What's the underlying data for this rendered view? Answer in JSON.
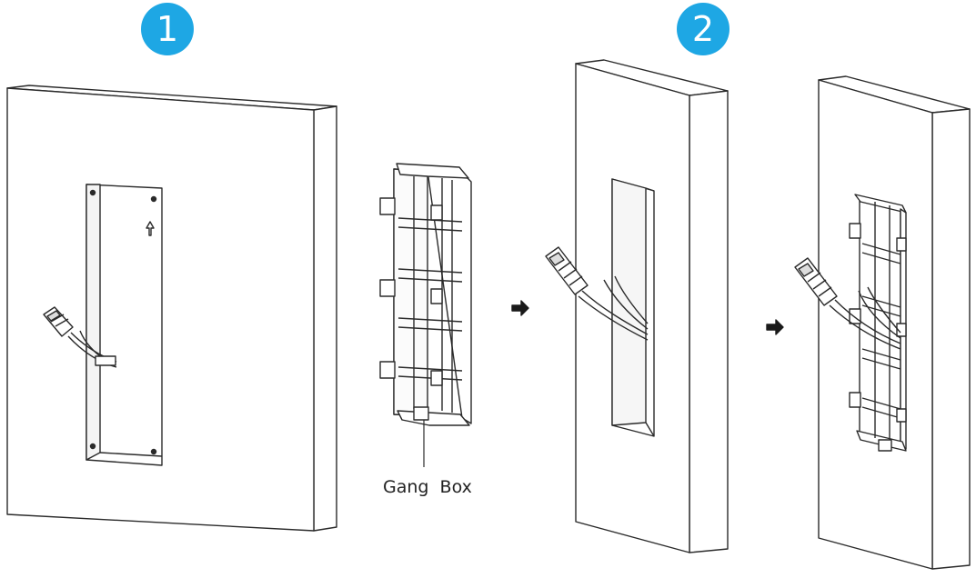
{
  "steps": [
    {
      "number": "1"
    },
    {
      "number": "2"
    }
  ],
  "labels": {
    "gang_box": "Gang  Box"
  },
  "colors": {
    "badge": "#1ea7e4",
    "stroke": "#2a2a2a",
    "fill": "#ffffff"
  },
  "icons": {
    "arrow": "arrow-right-icon",
    "up_arrow": "arrow-up-icon"
  }
}
